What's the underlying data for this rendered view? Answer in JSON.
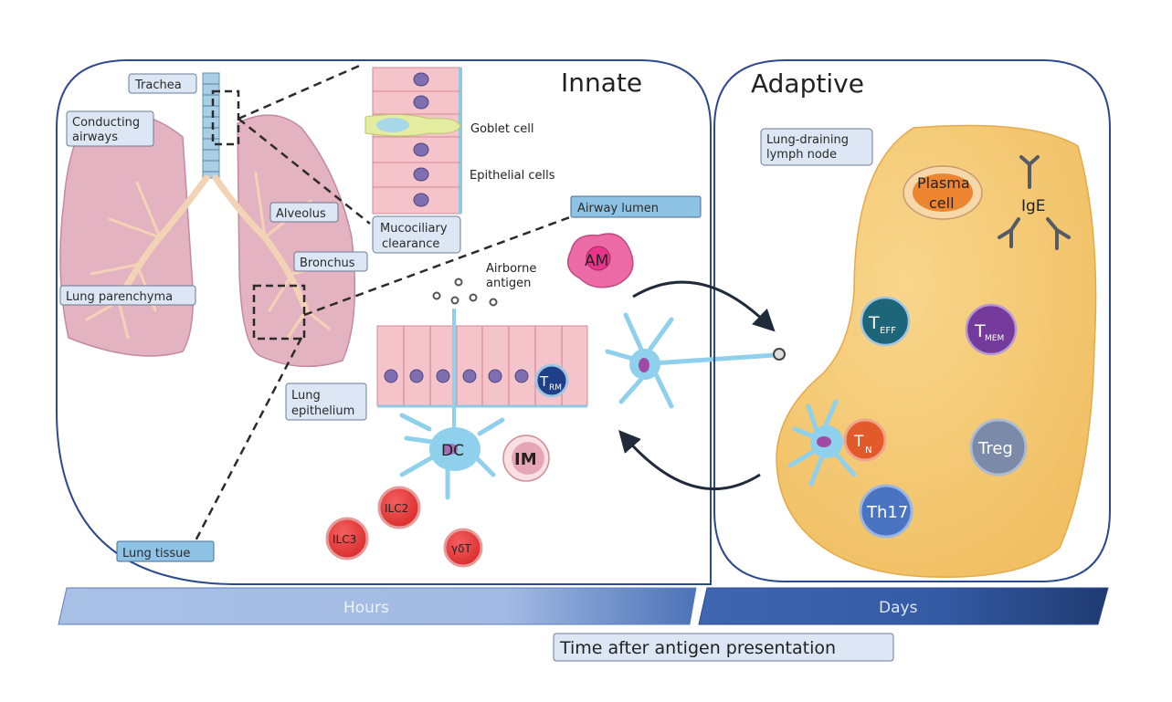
{
  "panels": {
    "innate": {
      "title": "Innate"
    },
    "adaptive": {
      "title": "Adaptive"
    }
  },
  "lung_labels": {
    "trachea": "Trachea",
    "conducting_airways": [
      "Conducting",
      "airways"
    ],
    "alveolus": "Alveolus",
    "bronchus": "Bronchus",
    "lung_parenchyma": "Lung parenchyma",
    "mucociliary_clearance": [
      "Mucociliary",
      "clearance"
    ],
    "lung_epithelium": [
      "Lung",
      "epithelium"
    ],
    "lung_tissue": "Lung tissue",
    "airway_lumen": "Airway lumen",
    "goblet_cell": "Goblet cell",
    "epithelial_cells": "Epithelial cells",
    "airborne_antigen": [
      "Airborne",
      "antigen"
    ]
  },
  "innate_cells": {
    "am": "AM",
    "dc": "DC",
    "im": "IM",
    "ilc2": "ILC2",
    "ilc3": "ILC3",
    "gdt": "γδT",
    "trm": {
      "main": "T",
      "sub": "RM"
    }
  },
  "adaptive": {
    "lymph_node_label": [
      "Lung-draining",
      "lymph node"
    ],
    "plasma_cell": [
      "Plasma",
      "cell"
    ],
    "ige": "IgE",
    "teff": {
      "main": "T",
      "sub": "EFF"
    },
    "tmem": {
      "main": "T",
      "sub": "MEM"
    },
    "tn": {
      "main": "T",
      "sub": "N"
    },
    "treg": "Treg",
    "th17": "Th17"
  },
  "timeline": {
    "hours": "Hours",
    "days": "Days",
    "caption": "Time after antigen presentation"
  },
  "colors": {
    "panel_border": "#2e4a8e",
    "label_box_fill": "#dde6f5",
    "label_box_highlight": "#8fc3e6",
    "lung_pink": "#e3b3c1",
    "lymph_node": "#f5cb73",
    "hours_bar": "#a9c0e6",
    "days_bar": "#3d62ad"
  }
}
